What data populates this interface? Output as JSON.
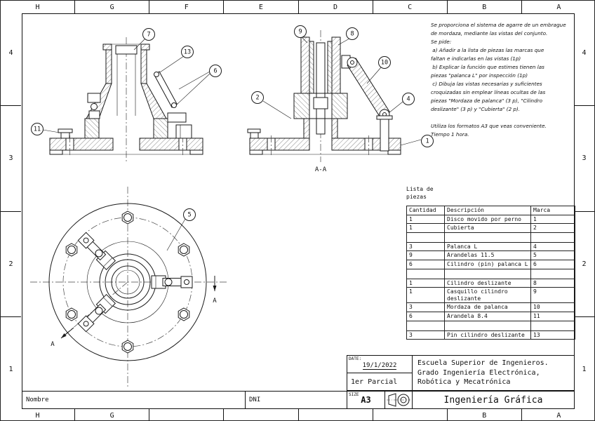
{
  "sheet": {
    "cols_top": [
      "H",
      "G",
      "F",
      "E",
      "D",
      "C",
      "B",
      "A"
    ],
    "cols_bottom": [
      "H",
      "G",
      "",
      "",
      "",
      "",
      "B",
      "A"
    ],
    "rows_left": [
      "4",
      "3",
      "2",
      "1"
    ],
    "rows_right": [
      "4",
      "3",
      "2",
      "1"
    ]
  },
  "instructions": {
    "text": "Se proporciona el sistema de agarre de un embrague\nde mordaza, mediante las vistas del conjunto.\nSe pide:\n a) Añadir a la lista de piezas las marcas que\nfaltan e indicarlas en las vistas (1p)\n b) Explicar la función que estimes tienen las\npiezas \"palanca L\" por inspección (1p)\n c) Dibuja las vistas necesarias y suficientes\ncroquizadas sin emplear líneas ocultas de las\npiezas \"Mordaza de palanca\" (3 p), \"Cilindro\ndeslizante\" (3 p) y \"Cubierta\" (2 p).\n\nUtiliza los formatos A3 que veas conveniente.\nTiempo 1 hora."
  },
  "parts_list": {
    "title": "Lista de\npiezas",
    "headers": {
      "qty": "Cantidad",
      "desc": "Descripción",
      "mark": "Marca"
    },
    "rows": [
      {
        "qty": "1",
        "desc": "Disco movido por perno",
        "mark": "1"
      },
      {
        "qty": "1",
        "desc": "Cubierta",
        "mark": "2"
      },
      {
        "qty": "",
        "desc": "",
        "mark": ""
      },
      {
        "qty": "3",
        "desc": "Palanca L",
        "mark": "4"
      },
      {
        "qty": "9",
        "desc": "Arandelas 11.5",
        "mark": "5"
      },
      {
        "qty": "6",
        "desc": "Cilindro (pin) palanca L",
        "mark": "6"
      },
      {
        "qty": "",
        "desc": "",
        "mark": ""
      },
      {
        "qty": "1",
        "desc": "Cilindro deslizante",
        "mark": "8"
      },
      {
        "qty": "1",
        "desc": "Casquillo cilindro deslizante",
        "mark": "9"
      },
      {
        "qty": "3",
        "desc": "Mordaza de palanca",
        "mark": "10"
      },
      {
        "qty": "6",
        "desc": "Arandela 8.4",
        "mark": "11"
      },
      {
        "qty": "",
        "desc": "",
        "mark": ""
      },
      {
        "qty": "3",
        "desc": "Pin cilindro deslizante",
        "mark": "13"
      }
    ]
  },
  "title_block": {
    "date_label": "DATE:",
    "date": "19/1/2022",
    "exam": "1er Parcial",
    "school": "Escuela Superior de Ingenieros.\nGrado Ingeniería Electrónica,\nRobótica y Mecatrónica",
    "size_label": "SIZE",
    "size": "A3",
    "course": "Ingeniería Gráfica",
    "name_label": "Nombre",
    "dni_label": "DNI"
  },
  "views": {
    "section_label": "A-A",
    "cut_arrow_label": "A",
    "balloons": {
      "b1": "1",
      "b2": "2",
      "b4": "4",
      "b5": "5",
      "b6": "6",
      "b7": "7",
      "b8": "8",
      "b9": "9",
      "b10": "10",
      "b11": "11",
      "b13": "13"
    }
  }
}
